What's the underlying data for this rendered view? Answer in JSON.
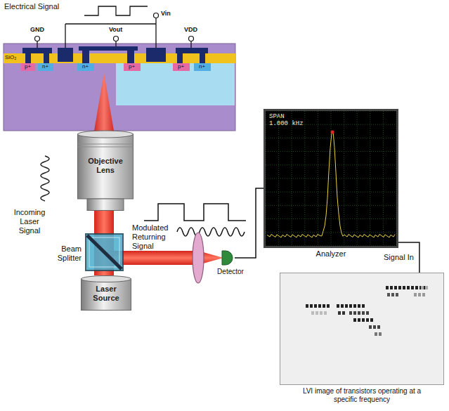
{
  "diagram": {
    "nodes": [
      {
        "text": [
          "Objective Lens"
        ]
      },
      {
        "text": [
          "Laser Source"
        ]
      },
      {
        "text": [
          "Detector"
        ]
      },
      {
        "text": [
          "SPAN 1.000 kHz",
          "Analyzer"
        ]
      },
      {
        "text": [
          "LVI image of transistors operating at a specific frequency"
        ]
      }
    ],
    "edges": [
      {
        "from": 2,
        "to": 3,
        "arrow": "none"
      },
      {
        "from": 3,
        "to": 4,
        "arrow": "none",
        "label": "Signal In"
      }
    ],
    "labels": [
      "Electrical Signal",
      "Vin",
      "GND",
      "Vout",
      "VDD",
      "SiO₂",
      "p+",
      "n+",
      "n+",
      "p+",
      "p+",
      "n+",
      "Incoming Laser Signal",
      "Modulated Returning Signal",
      "Beam Splitter"
    ]
  }
}
